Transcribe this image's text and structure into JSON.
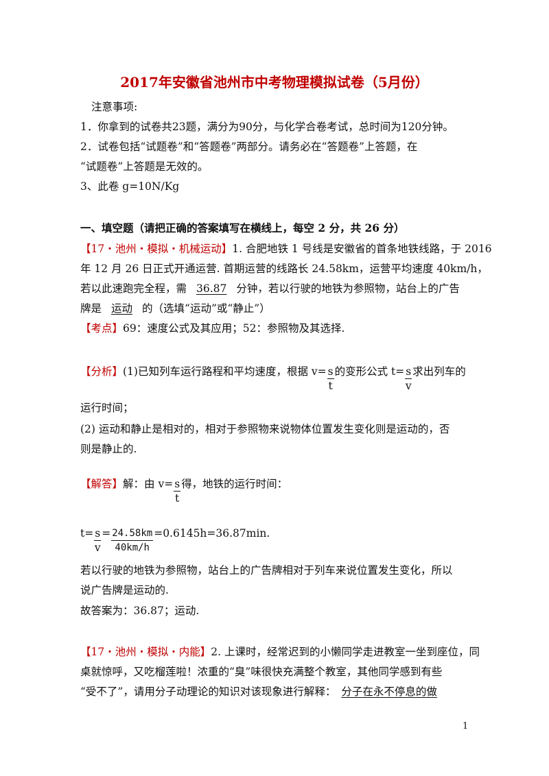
{
  "title": "2017年安徽省池州市中考物理模拟试卷（5月份）",
  "notice": {
    "heading": "注意事项:",
    "item1": "1．你拿到的试卷共23题，满分为90分，与化学合卷考试，总时间为120分钟。",
    "item2a": "2．试卷包括“试题卷”和“答题卷”两部分。请务必在“答题卷”上答题，在",
    "item2b": "“试题卷”上答题是无效的。",
    "item3": "3、此卷 g=10N/Kg"
  },
  "section1": {
    "heading": "一、填空题（请把正确的答案填写在横线上，每空 2 分，共 26 分）"
  },
  "q1": {
    "tag": "【17・池州・模拟・机械运动】",
    "line1": "1. 合肥地铁 1 号线是安徽省的首条地铁线路，于 2016",
    "line2": "年 12 月 26 日正式开通运营. 首期运营的线路长 24.58km，运营平均速度 40km/h，",
    "line3_pre": "若以此速跑完全程，需",
    "blank1": "36.87",
    "line3_post": "分钟，若以行驶的地铁为参照物，站台上的广告",
    "line4_pre": "牌是",
    "blank2": "运动",
    "line4_post": "的（选填“运动”或“静止”）",
    "kaodian_tag": "【考点】",
    "kaodian_text": "69：速度公式及其应用；52：参照物及其选择.",
    "fenxi_tag": "【分析】",
    "fenxi_line1_a": "(1)已知列车运行路程和平均速度，根据 v=",
    "frac_s": "s",
    "frac_t": "t",
    "fenxi_line1_b": "的变形公式 t=",
    "frac_v": "v",
    "fenxi_line1_c": "求出列车的",
    "fenxi_line2": "运行时间；",
    "fenxi_line3": "(2) 运动和静止是相对的，相对于参照物来说物体位置发生变化则是运动的，否",
    "fenxi_line4": "则是静止的.",
    "jieda_tag": "【解答】",
    "jieda_line1_a": "解：由 v=",
    "jieda_line1_b": "得，地铁的运行时间：",
    "calc_t": "t=",
    "calc_eq": "=",
    "calc_num": "24.58km",
    "calc_den": "40km/h",
    "calc_result": "=0.6145h=36.87min.",
    "jieda_line3": "若以行驶的地铁为参照物，站台上的广告牌相对于列车来说位置发生变化，所以",
    "jieda_line4": "说广告牌是运动的.",
    "answer": "故答案为：36.87；运动."
  },
  "q2": {
    "tag": "【17・池州・模拟・内能】",
    "line1": "2. 上课时，经常迟到的小懒同学走进教室一坐到座位，同",
    "line2": "桌就惊呼，又吃榴莲啦！浓重的“臭”味很快充满整个教室，其他同学感到有些",
    "line3_pre": "“受不了”，请用分子动理论的知识对该现象进行解释：",
    "blank": "分子在永不停息的做"
  },
  "page_number": "1"
}
